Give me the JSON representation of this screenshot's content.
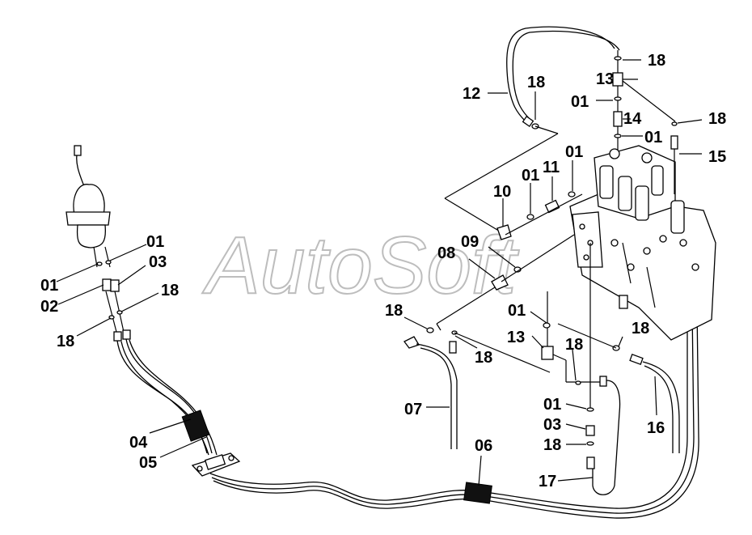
{
  "watermark": "AutoSoft",
  "labels": [
    "12",
    "18",
    "13",
    "01",
    "14",
    "01",
    "18",
    "15",
    "18",
    "01",
    "11",
    "01",
    "10",
    "09",
    "08",
    "01",
    "01",
    "03",
    "02",
    "18",
    "18",
    "01",
    "13",
    "18",
    "18",
    "07",
    "18",
    "01",
    "03",
    "18",
    "17",
    "06",
    "16",
    "04",
    "05"
  ]
}
